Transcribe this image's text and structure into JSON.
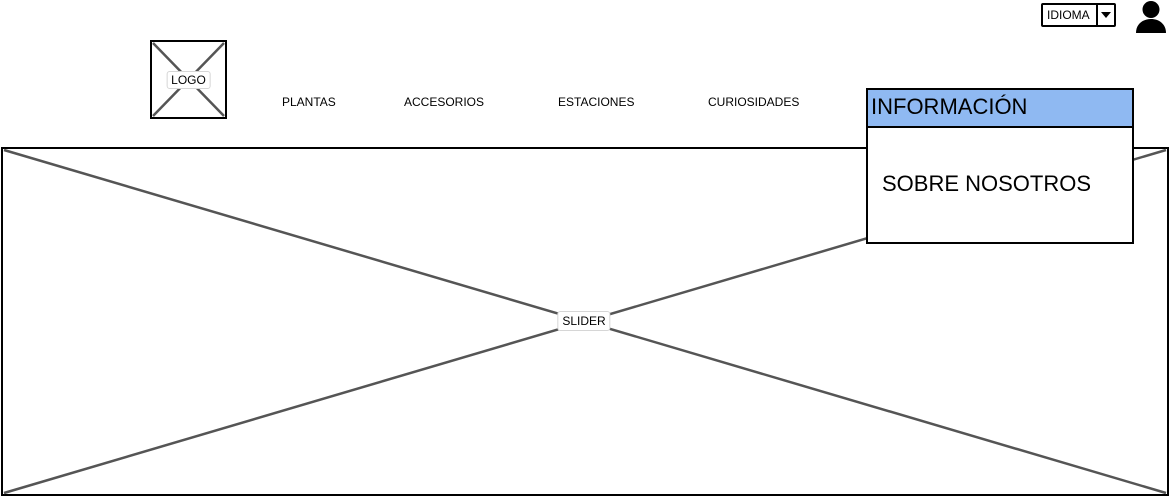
{
  "header": {
    "language_select": {
      "label": "IDIOMA",
      "icon": "chevron-down-icon"
    },
    "user_icon": "user-icon"
  },
  "logo": {
    "label": "LOGO"
  },
  "nav": {
    "items": [
      {
        "label": "PLANTAS"
      },
      {
        "label": "ACCESORIOS"
      },
      {
        "label": "ESTACIONES"
      },
      {
        "label": "CURIOSIDADES"
      }
    ]
  },
  "dropdown": {
    "header_label": "INFORMACIÓN",
    "items": [
      {
        "label": "SOBRE NOSOTROS"
      }
    ]
  },
  "slider": {
    "label": "SLIDER"
  },
  "colors": {
    "dropdown_header_bg": "#8fb9f2",
    "placeholder_line": "#555555",
    "border": "#000000"
  }
}
